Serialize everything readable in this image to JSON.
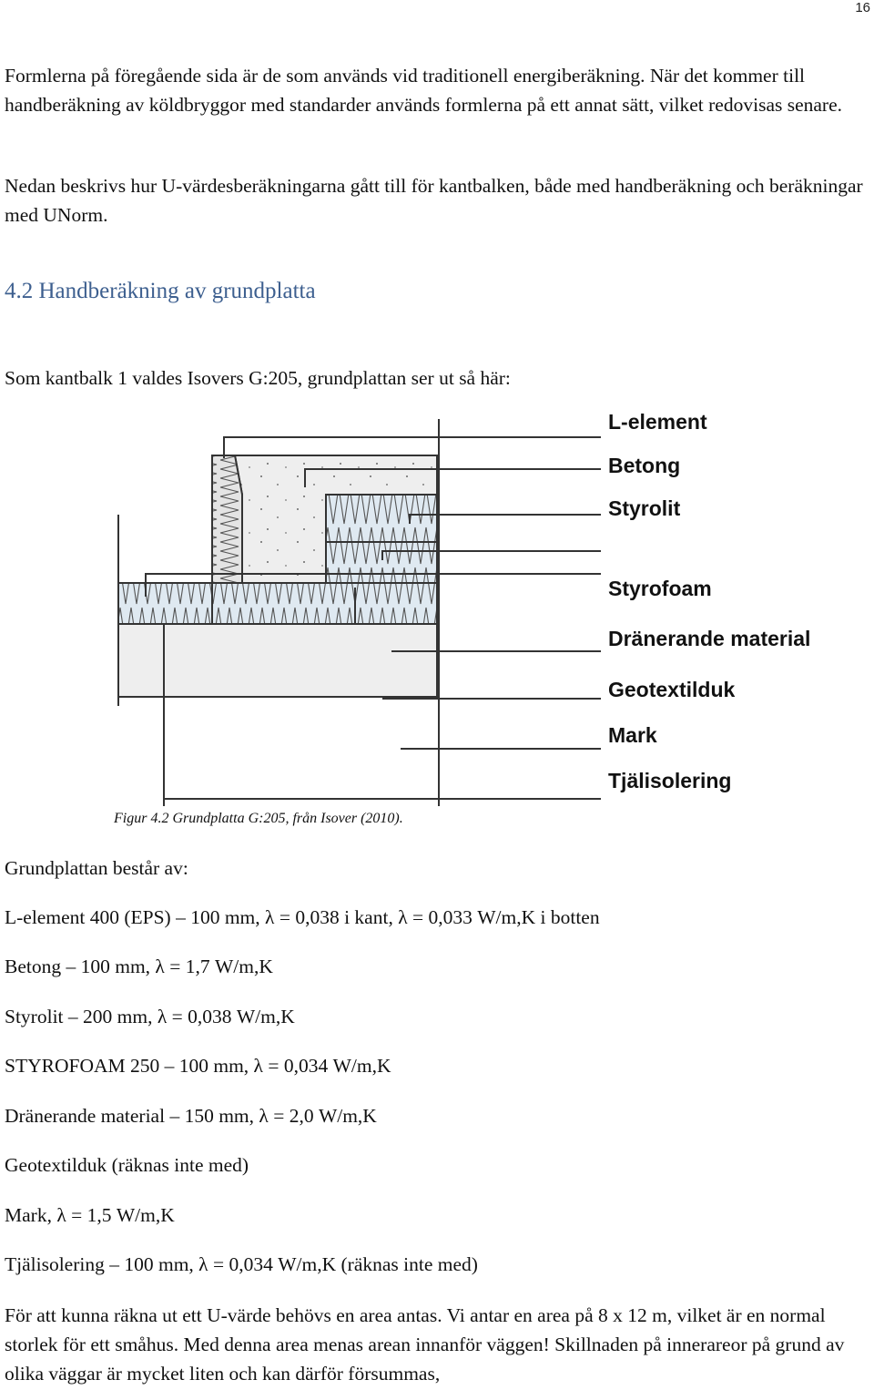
{
  "page_number": "16",
  "intro": {
    "p1": "Formlerna på föregående sida är de som används vid traditionell energiberäkning. När det kommer till handberäkning av köldbryggor med standarder används formlerna på ett annat sätt, vilket redovisas senare.",
    "p2": "Nedan beskrivs hur U-värdesberäkningarna gått till för kantbalken, både med handberäkning och beräkningar med UNorm."
  },
  "section": {
    "heading": "4.2 Handberäkning av grundplatta",
    "intro": "Som kantbalk 1 valdes Isovers G:205, grundplattan ser ut så här:"
  },
  "figure": {
    "labels": [
      "L-element",
      "Betong",
      "Styrolit",
      "Styrofoam",
      "Dränerande material",
      "Geotextilduk",
      "Mark",
      "Tjälisolering"
    ],
    "caption": "Figur 4.2 Grundplatta G:205, från Isover (2010)."
  },
  "composition": {
    "title": "Grundplattan består av:",
    "items": [
      "L-element 400 (EPS) – 100 mm, λ = 0,038 i kant, λ = 0,033 W/m,K i botten",
      "Betong – 100 mm, λ = 1,7 W/m,K",
      "Styrolit – 200 mm, λ = 0,038 W/m,K",
      "STYROFOAM 250 – 100 mm, λ = 0,034 W/m,K",
      "Dränerande material – 150 mm, λ = 2,0 W/m,K",
      "Geotextilduk (räknas inte med)",
      "Mark, λ = 1,5 W/m,K",
      "Tjälisolering – 100 mm, λ = 0,034 W/m,K (räknas inte med)"
    ]
  },
  "closing": "För att kunna räkna ut ett U-värde behövs en area antas. Vi antar en area på 8 x 12 m, vilket är en normal storlek för ett småhus. Med denna area menas arean innanför väggen! Skillnaden på innerareor på grund av olika väggar är mycket liten och kan därför försummas,"
}
